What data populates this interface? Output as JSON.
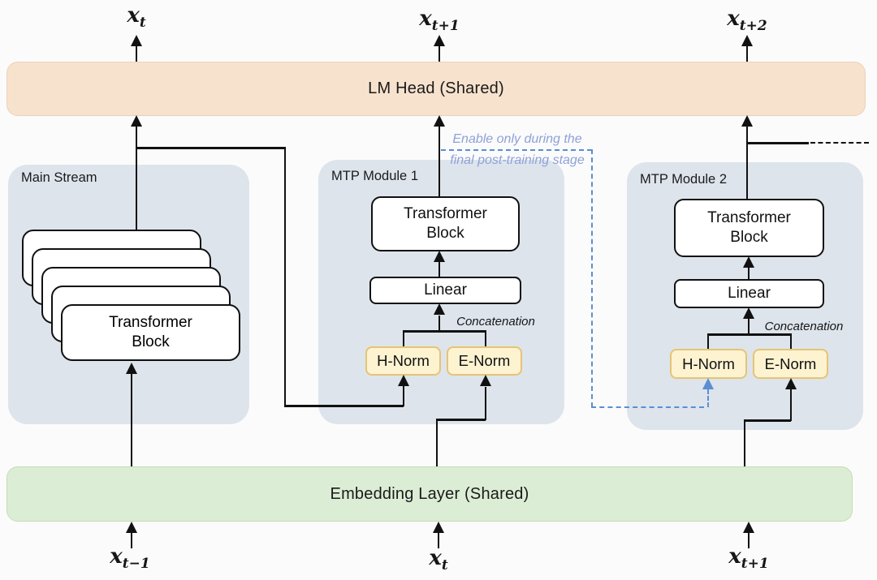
{
  "colors": {
    "background": "#fbfbfb",
    "ink": "#111111",
    "lm_head_fill": "#f7e2ce",
    "lm_head_border": "#ecd2b8",
    "embedding_fill": "#dcedd5",
    "embedding_border": "#c5dcb2",
    "panel_fill": "#dde4ec",
    "norm_fill": "#fdf3d1",
    "norm_border": "#e5c474",
    "dashed_blue": "#5b8ed2",
    "annotation_text": "#8fa1d8",
    "block_fill": "#ffffff"
  },
  "lm_head": {
    "label": "LM Head (Shared)"
  },
  "embedding": {
    "label": "Embedding Layer (Shared)"
  },
  "outputs": {
    "t": {
      "base": "x",
      "sub": "t"
    },
    "t1": {
      "base": "x",
      "sub": "t+1"
    },
    "t2": {
      "base": "x",
      "sub": "t+2"
    }
  },
  "inputs": {
    "tm1": {
      "base": "x",
      "sub": "t−1"
    },
    "t": {
      "base": "x",
      "sub": "t"
    },
    "t1": {
      "base": "x",
      "sub": "t+1"
    }
  },
  "annotation": {
    "line1": "Enable only during the",
    "line2": "final post-training stage"
  },
  "main_stream": {
    "label": "Main Stream",
    "stack_count": 5,
    "block": {
      "line1": "Transformer",
      "line2": "Block"
    }
  },
  "mtp1": {
    "label": "MTP Module 1",
    "transformer": {
      "line1": "Transformer",
      "line2": "Block"
    },
    "linear": "Linear",
    "concatenation": "Concatenation",
    "h_norm": "H-Norm",
    "e_norm": "E-Norm"
  },
  "mtp2": {
    "label": "MTP Module 2",
    "transformer": {
      "line1": "Transformer",
      "line2": "Block"
    },
    "linear": "Linear",
    "concatenation": "Concatenation",
    "h_norm": "H-Norm",
    "e_norm": "E-Norm"
  }
}
